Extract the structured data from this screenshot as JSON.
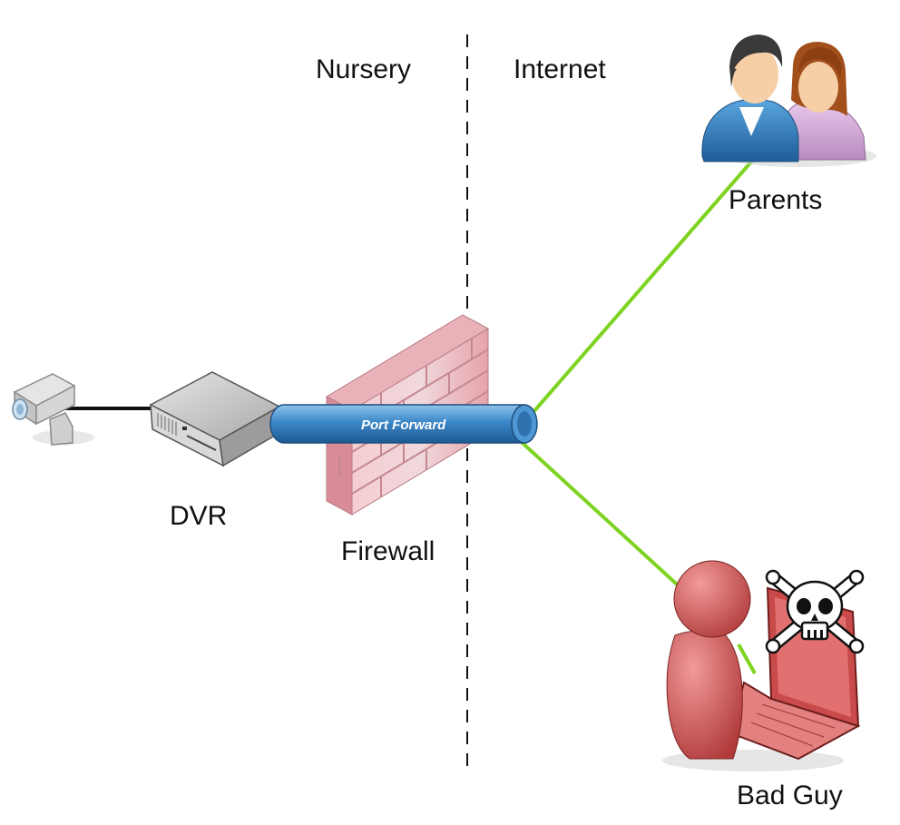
{
  "zones": {
    "left": "Nursery",
    "right": "Internet"
  },
  "nodes": {
    "camera": {
      "icon": "security-camera-icon"
    },
    "dvr": {
      "label": "DVR",
      "icon": "dvr-device-icon"
    },
    "firewall": {
      "label": "Firewall",
      "icon": "brick-firewall-icon"
    },
    "parents": {
      "label": "Parents",
      "icon": "parents-people-icon"
    },
    "bad_guy": {
      "label": "Bad Guy",
      "icon": "hacker-laptop-skull-icon"
    }
  },
  "tunnel": {
    "label": "Port Forward"
  },
  "colors": {
    "link_green": "#7ed321",
    "tunnel_blue": "#3b86c8",
    "brick_pink": "#e7a4ad",
    "attacker_red": "#e06464"
  }
}
